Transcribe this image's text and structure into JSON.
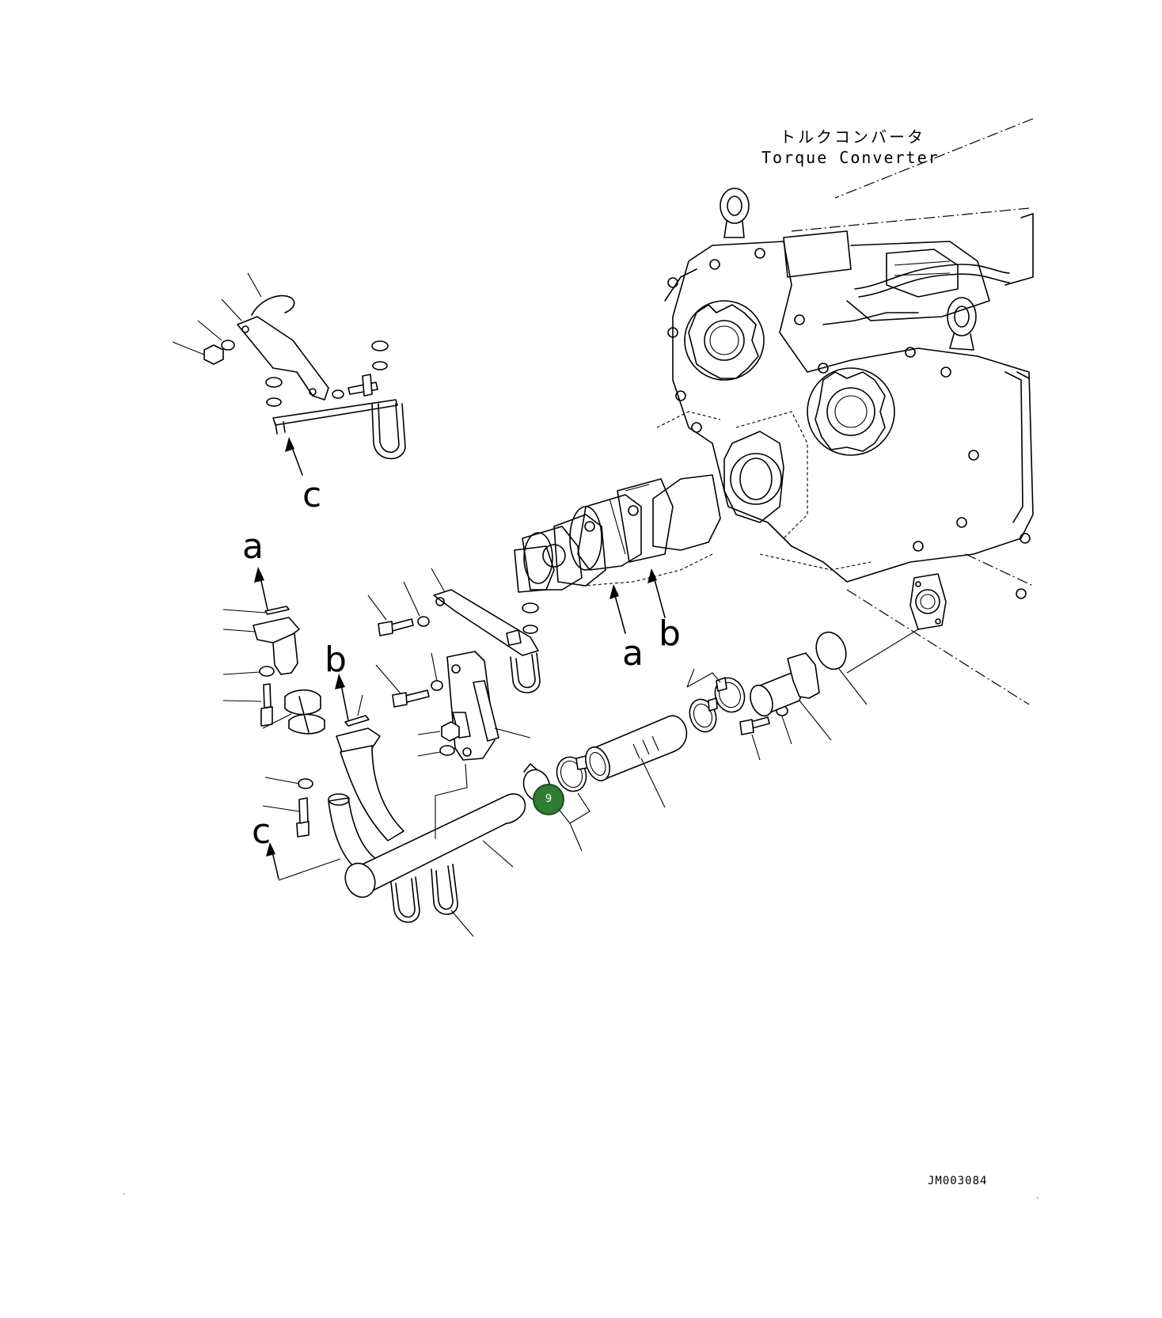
{
  "labels": {
    "title_jp": "トルクコンバータ",
    "title_en": "Torque Converter",
    "drawing_number": "JM003084"
  },
  "view_letters": {
    "a_upper": "a",
    "b_upper": "b",
    "c_upper": "c",
    "a_lower": "a",
    "b_lower": "b",
    "c_lower": "c"
  },
  "callouts": [
    {
      "id": "callout-9",
      "label": "9"
    }
  ],
  "colors": {
    "line": "#000000",
    "callout_fill": "#2e7d32"
  }
}
